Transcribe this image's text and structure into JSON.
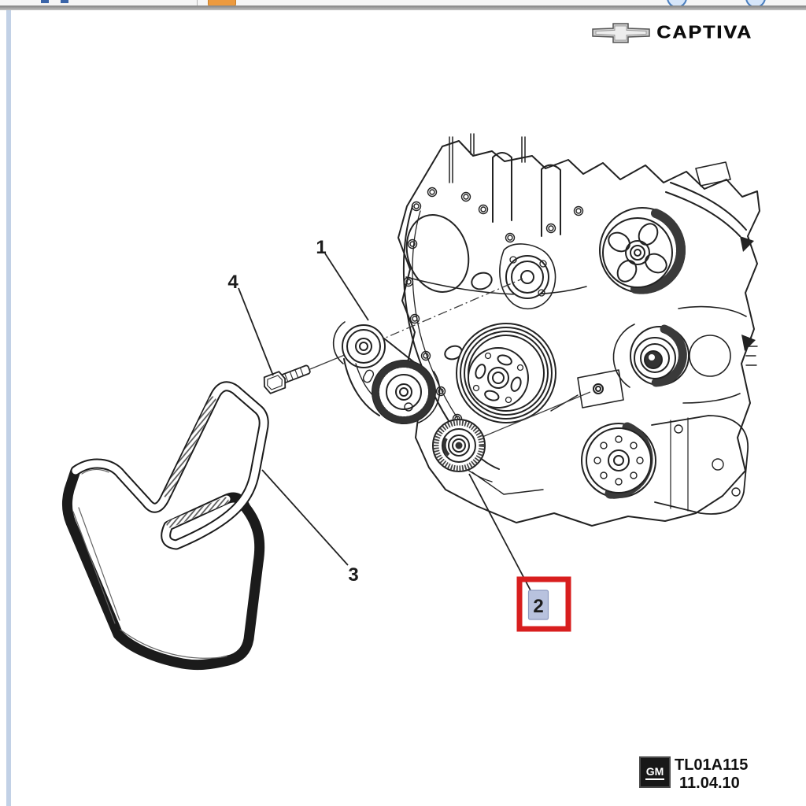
{
  "toolbar": {
    "icons": [
      {
        "name": "bookmark-icon-fragment"
      },
      {
        "name": "bookmark-icon-fragment-2"
      },
      {
        "name": "download-icon-fragment"
      },
      {
        "name": "nav-circle-icon-fragment"
      },
      {
        "name": "nav-circle-icon-fragment-2"
      }
    ],
    "accent_orange": "#ec9a3f",
    "icon_blue": "#3a64a8"
  },
  "header": {
    "brand": "CAPTIVA",
    "logo": "chevrolet-bowtie"
  },
  "diagram": {
    "title_hint": "Drive belt, tensioner, idler pulley and bolt exploded view",
    "callouts": [
      {
        "id": "1",
        "label": "1",
        "highlighted": false
      },
      {
        "id": "2",
        "label": "2",
        "highlighted": true
      },
      {
        "id": "3",
        "label": "3",
        "highlighted": false
      },
      {
        "id": "4",
        "label": "4",
        "highlighted": false
      }
    ],
    "highlight_box_color": "#d81e1e",
    "badge_bg_color": "#b8c2de",
    "line_color": "#1f1f1f"
  },
  "footer": {
    "gm_label": "GM",
    "figure_id": "TL01A115",
    "date": "11.04.10"
  }
}
